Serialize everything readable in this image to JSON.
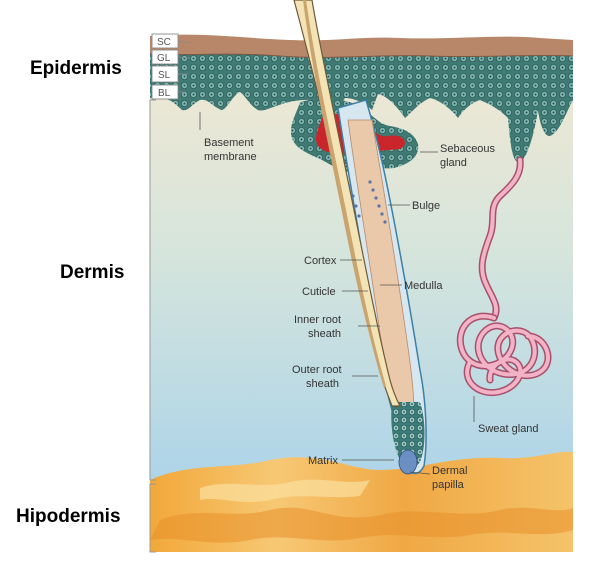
{
  "layers": {
    "epidermis": "Epidermis",
    "dermis": "Dermis",
    "hypodermis": "Hipodermis"
  },
  "epidermal_strata": {
    "sc": "SC",
    "gl": "GL",
    "sl": "SL",
    "bl": "BL"
  },
  "labels": {
    "basement_membrane_1": "Basement",
    "basement_membrane_2": "membrane",
    "sebaceous_1": "Sebaceous",
    "sebaceous_2": "gland",
    "bulge": "Bulge",
    "cortex": "Cortex",
    "cuticle": "Cuticle",
    "medulla": "Medulla",
    "inner_root_1": "Inner root",
    "inner_root_2": "sheath",
    "outer_root_1": "Outer root",
    "outer_root_2": "sheath",
    "matrix": "Matrix",
    "dermal_papilla_1": "Dermal",
    "dermal_papilla_2": "papilla",
    "sweat_gland": "Sweat gland"
  },
  "colors": {
    "stratum_corneum": "#b8876a",
    "epidermis_cells": "#4f8a80",
    "dermis_top": "#f1e6cf",
    "dermis_bottom": "#a9d3e8",
    "hypodermis": "#f0b24a",
    "sebum": "#c8262a",
    "sweat_duct": "#e79ab2",
    "hair_shaft": "#f4e3b5"
  }
}
